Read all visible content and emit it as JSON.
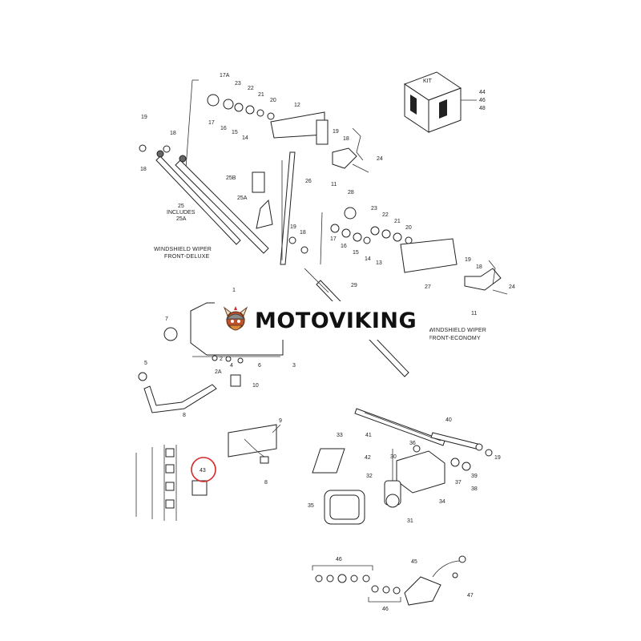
{
  "diagram": {
    "captions": {
      "front_deluxe_line1": "WINDSHIELD WIPER",
      "front_deluxe_line2": "FRONT-DELUXE",
      "front_economy_line1": "WINDSHIELD WIPER",
      "front_economy_line2": "FRONT-ECONOMY",
      "includes_line1": "25",
      "includes_line2": "INCLUDES",
      "includes_line3": "25A",
      "kit": "KIT"
    },
    "kit_numbers": [
      "44",
      "46",
      "48"
    ],
    "labels": {
      "l17a": "17A",
      "l23a": "23",
      "l22a": "22",
      "l21a": "21",
      "l20a": "20",
      "l12": "12",
      "l19a": "19",
      "l18a": "18",
      "l18b": "18",
      "l17a2": "17",
      "l16a": "16",
      "l15a": "15",
      "l14a": "14",
      "l19b": "19",
      "l18c": "18",
      "l24a": "24",
      "l11a": "11",
      "l25b": "25B",
      "l25a": "25A",
      "l26": "26",
      "l28": "28",
      "l23b": "23",
      "l22b": "22",
      "l21b": "21",
      "l20b": "20",
      "l19c": "19",
      "l18d": "18",
      "l17b": "17",
      "l16b": "16",
      "l15b": "15",
      "l14b": "14",
      "l13": "13",
      "l27": "27",
      "l19d": "19",
      "l18e": "18",
      "l24b": "24",
      "l11b": "11",
      "l1": "1",
      "l29": "29",
      "l7": "7",
      "l2": "2",
      "l4": "4",
      "l6": "6",
      "l3": "3",
      "l2a": "2A",
      "l5": "5",
      "l10": "10",
      "l8a": "8",
      "l9": "9",
      "l8b": "8",
      "l43": "43",
      "l33": "33",
      "l41": "41",
      "l40": "40",
      "l36": "36",
      "l42": "42",
      "l30": "30",
      "l32": "32",
      "l37": "37",
      "l39": "39",
      "l38": "38",
      "l19e": "19",
      "l35": "35",
      "l31": "31",
      "l34": "34",
      "l46a": "46",
      "l45": "45",
      "l47": "47",
      "l46b": "46"
    }
  },
  "watermark": {
    "text": "MOTOVIKING"
  },
  "colors": {
    "line": "#222222",
    "highlight_circle": "#d62828",
    "background": "#ffffff"
  }
}
